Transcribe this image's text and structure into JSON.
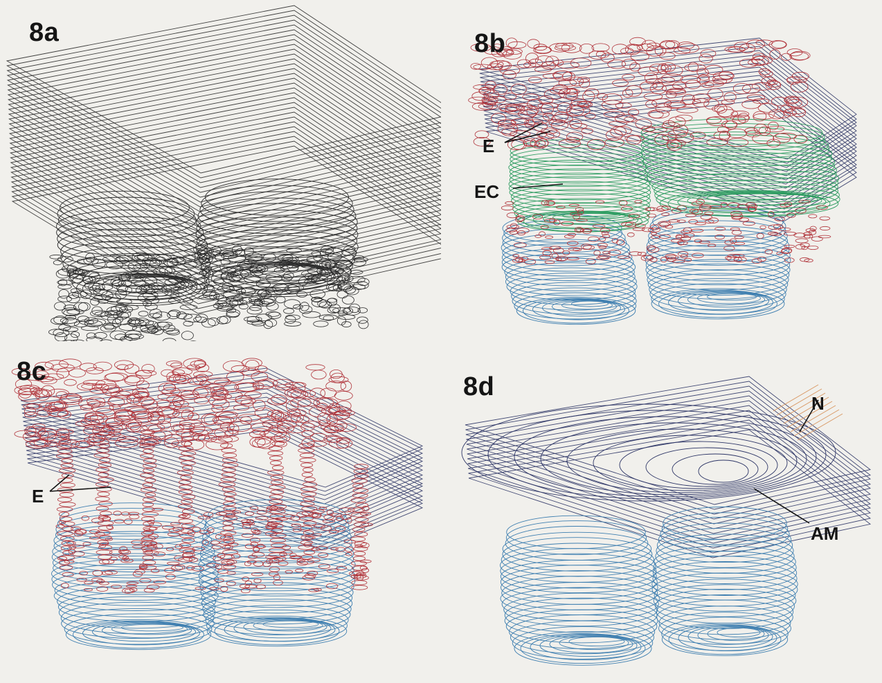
{
  "figure": {
    "panels": [
      {
        "id": "a",
        "label": "8a",
        "callouts": []
      },
      {
        "id": "b",
        "label": "8b",
        "callouts": [
          "E",
          "EC"
        ]
      },
      {
        "id": "c",
        "label": "8c",
        "callouts": [
          "E"
        ]
      },
      {
        "id": "d",
        "label": "8d",
        "callouts": [
          "N",
          "AM"
        ]
      }
    ]
  },
  "colors": {
    "background": "#f1f0ec",
    "outline": "#2b2b2b",
    "epithelium_red": "#b0333a",
    "epithelial_collar_green": "#2f9d62",
    "mesenchyme_blue": "#3f7fb0",
    "membrane_navy": "#2d3566",
    "nerve_tan": "#d99a66"
  }
}
